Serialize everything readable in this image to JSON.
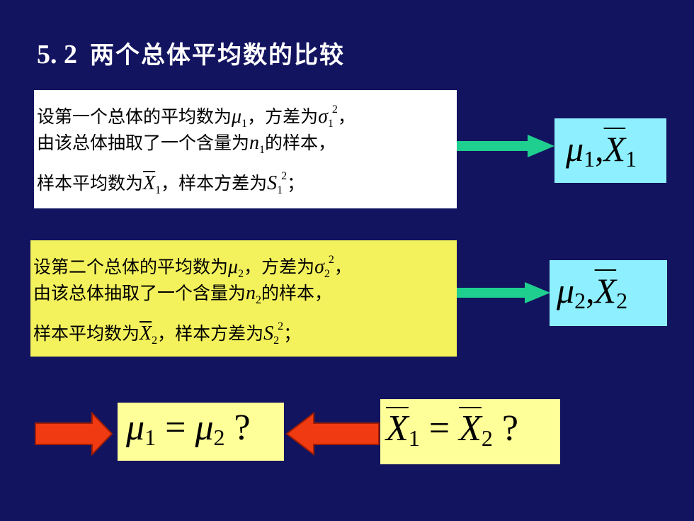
{
  "title": {
    "number": "5. 2",
    "text": "两个总体平均数的比较"
  },
  "box1": {
    "line1_a": "设第一个总体的平均数为",
    "line1_mu": "μ",
    "line1_mu_sub": "1",
    "line1_b": "，方差为",
    "line1_sigma": "σ",
    "line1_sigma_sub": "1",
    "line1_sigma_sup": "2",
    "line1_c": "，",
    "line2_a": "由该总体抽取了一个含量为",
    "line2_n": "n",
    "line2_n_sub": "1",
    "line2_b": "的样本，",
    "line3_a": "样本平均数为",
    "line3_x": "X",
    "line3_x_sub": "1",
    "line3_b": "，样本方差为",
    "line3_s": "S",
    "line3_s_sub": "1",
    "line3_s_sup": "2",
    "line3_c": "；"
  },
  "box2": {
    "line1_a": "设第二个总体的平均数为",
    "line1_mu": "μ",
    "line1_mu_sub": "2",
    "line1_b": "，方差为",
    "line1_sigma": "σ",
    "line1_sigma_sub": "2",
    "line1_sigma_sup": "2",
    "line1_c": "，",
    "line2_a": "由该总体抽取了一个含量为",
    "line2_n": "n",
    "line2_n_sub": "2",
    "line2_b": "的样本，",
    "line3_a": "样本平均数为",
    "line3_x": "X",
    "line3_x_sub": "2",
    "line3_b": "，样本方差为",
    "line3_s": "S",
    "line3_s_sub": "2",
    "line3_s_sup": "2",
    "line3_c": "；"
  },
  "result1": {
    "mu": "μ",
    "mu_sub": "1",
    "comma": ",",
    "x": "X",
    "x_sub": "1"
  },
  "result2": {
    "mu": "μ",
    "mu_sub": "2",
    "comma": ",",
    "x": "X",
    "x_sub": "2"
  },
  "question1": {
    "mu_a": "μ",
    "sub_a": "1",
    "eq": " = ",
    "mu_b": "μ",
    "sub_b": "2",
    "q": " ?"
  },
  "question2": {
    "x_a": "X",
    "sub_a": "1",
    "eq": " = ",
    "x_b": "X",
    "sub_b": "2",
    "q": " ?"
  },
  "colors": {
    "background": "#13145f",
    "green_arrow": "#1fcf8f",
    "red_arrow": "#ef3a12",
    "box2_fill": "#f4f25c",
    "result_fill": "#8ef0ff",
    "question_fill": "#ffff99"
  }
}
